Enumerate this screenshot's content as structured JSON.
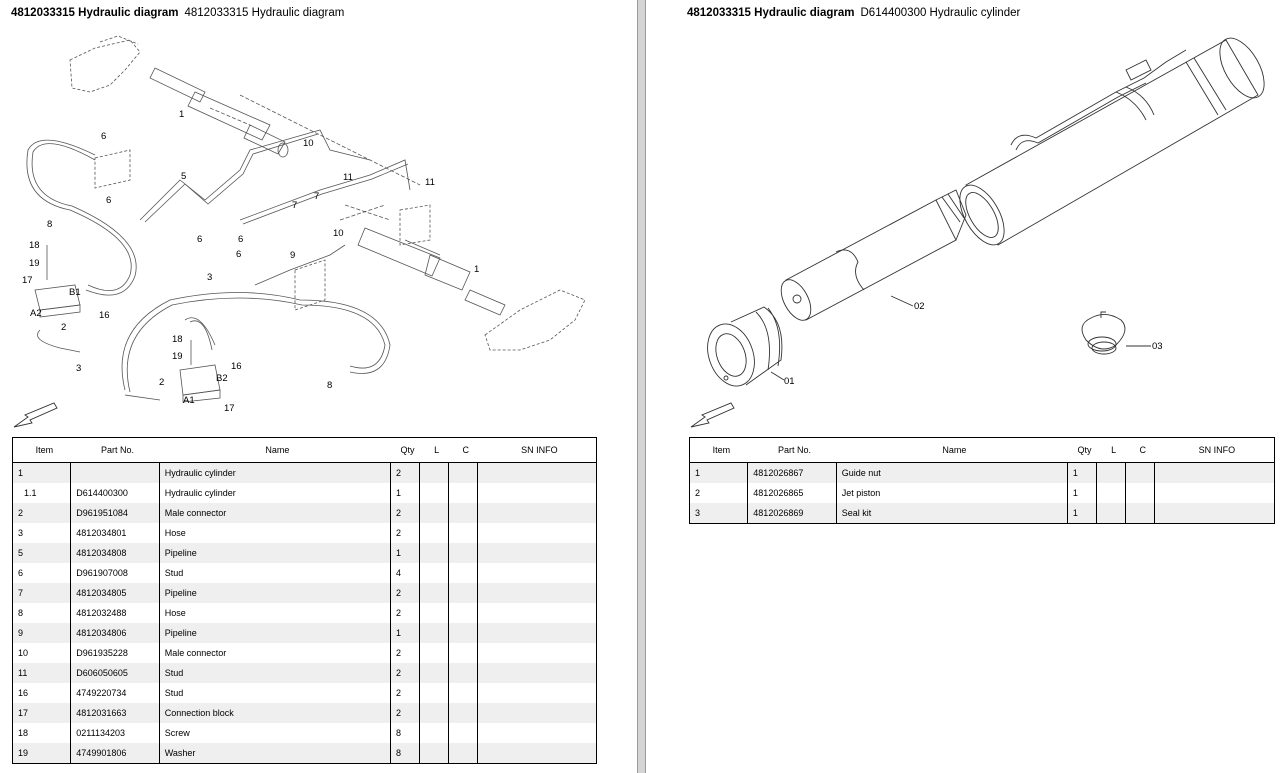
{
  "left_page": {
    "header": {
      "code": "4812033315 Hydraulic diagram",
      "title": "4812033315 Hydraulic diagram"
    },
    "callouts": [
      "1",
      "6",
      "10",
      "5",
      "7",
      "11",
      "6",
      "7",
      "11",
      "8",
      "6",
      "10",
      "6",
      "18",
      "19",
      "6",
      "9",
      "17",
      "B1",
      "A2",
      "2",
      "16",
      "3",
      "1",
      "3",
      "18",
      "19",
      "16",
      "B2",
      "2",
      "A1",
      "17",
      "8"
    ],
    "columns": [
      "Item",
      "Part No.",
      "Name",
      "Qty",
      "L",
      "C",
      "SN INFO"
    ],
    "rows": [
      {
        "item": "1",
        "part": "",
        "name": "Hydraulic cylinder",
        "qty": "2"
      },
      {
        "item": "1.1",
        "part": "D614400300",
        "name": "Hydraulic cylinder",
        "qty": "1"
      },
      {
        "item": "2",
        "part": "D961951084",
        "name": "Male connector",
        "qty": "2"
      },
      {
        "item": "3",
        "part": "4812034801",
        "name": "Hose",
        "qty": "2"
      },
      {
        "item": "5",
        "part": "4812034808",
        "name": "Pipeline",
        "qty": "1"
      },
      {
        "item": "6",
        "part": "D961907008",
        "name": "Stud",
        "qty": "4"
      },
      {
        "item": "7",
        "part": "4812034805",
        "name": "Pipeline",
        "qty": "2"
      },
      {
        "item": "8",
        "part": "4812032488",
        "name": "Hose",
        "qty": "2"
      },
      {
        "item": "9",
        "part": "4812034806",
        "name": "Pipeline",
        "qty": "1"
      },
      {
        "item": "10",
        "part": "D961935228",
        "name": "Male connector",
        "qty": "2"
      },
      {
        "item": "11",
        "part": "D606050605",
        "name": "Stud",
        "qty": "2"
      },
      {
        "item": "16",
        "part": "4749220734",
        "name": "Stud",
        "qty": "2"
      },
      {
        "item": "17",
        "part": "4812031663",
        "name": "Connection block",
        "qty": "2"
      },
      {
        "item": "18",
        "part": "0211134203",
        "name": "Screw",
        "qty": "8"
      },
      {
        "item": "19",
        "part": "4749901806",
        "name": "Washer",
        "qty": "8"
      }
    ]
  },
  "right_page": {
    "header": {
      "code": "4812033315 Hydraulic diagram",
      "title": "D614400300 Hydraulic cylinder"
    },
    "callouts": [
      "01",
      "02",
      "03"
    ],
    "columns": [
      "Item",
      "Part No.",
      "Name",
      "Qty",
      "L",
      "C",
      "SN INFO"
    ],
    "rows": [
      {
        "item": "1",
        "part": "4812026867",
        "name": "Guide nut",
        "qty": "1"
      },
      {
        "item": "2",
        "part": "4812026865",
        "name": "Jet piston",
        "qty": "1"
      },
      {
        "item": "3",
        "part": "4812026869",
        "name": "Seal kit",
        "qty": "1"
      }
    ]
  },
  "icons": [
    "direction-arrow-icon"
  ]
}
